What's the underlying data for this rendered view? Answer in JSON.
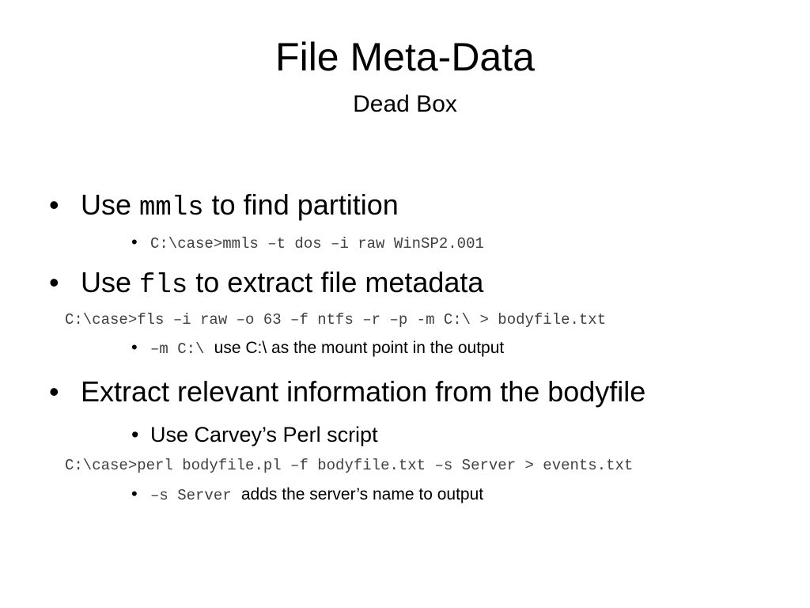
{
  "slide": {
    "title": "File Meta-Data",
    "subtitle": "Dead Box",
    "bullets": [
      {
        "prefix": "Use ",
        "code": "mmls",
        "suffix": " to find partition",
        "sub": "C:\\case>mmls –t dos –i raw WinSP2.001"
      },
      {
        "prefix": "Use ",
        "code": "fls",
        "suffix": " to extract file metadata",
        "command": "C:\\case>fls –i raw –o 63 –f ntfs –r –p -m C:\\ > bodyfile.txt",
        "sub_code": "–m C:\\",
        "sub_text": "use C:\\ as the mount point in the output"
      },
      {
        "text": "Extract relevant information from the bodyfile",
        "sub": "Use Carvey’s Perl script",
        "command": "C:\\case>perl bodyfile.pl –f bodyfile.txt –s Server > events.txt",
        "sub_code": "–s Server",
        "sub_text": "adds the server’s name to output"
      }
    ]
  }
}
